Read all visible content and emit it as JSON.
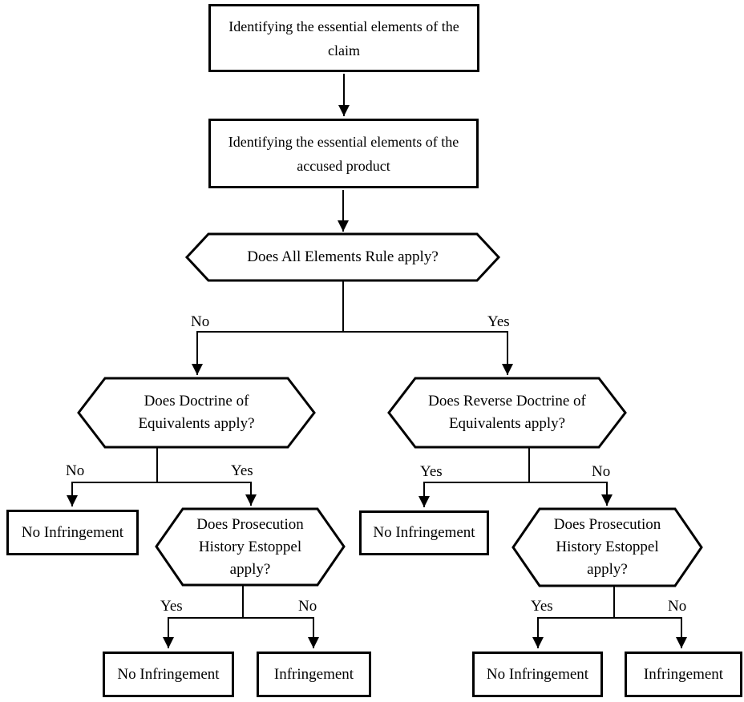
{
  "diagram": {
    "background": "#ffffff",
    "stroke_color": "#000000",
    "text_color": "#000000",
    "nodes": {
      "claim": {
        "lines": [
          "Identifying the essential elements of the",
          "claim"
        ]
      },
      "accused_product": {
        "lines": [
          "Identifying the essential elements of the",
          "accused product"
        ]
      },
      "all_elements_rule": {
        "lines": [
          "Does All Elements Rule apply?"
        ]
      },
      "doctrine_of_equivalents": {
        "lines": [
          "Does Doctrine of",
          "Equivalents apply?"
        ]
      },
      "reverse_doctrine_of_equivalents": {
        "lines": [
          "Does Reverse Doctrine of",
          "Equivalents apply?"
        ]
      },
      "no_infringement_after_doe": {
        "lines": [
          "No Infringement"
        ]
      },
      "prosecution_history_estoppel_left": {
        "lines": [
          "Does Prosecution",
          "History Estoppel",
          "apply?"
        ]
      },
      "no_infringement_after_rdoe": {
        "lines": [
          "No Infringement"
        ]
      },
      "prosecution_history_estoppel_right": {
        "lines": [
          "Does Prosecution",
          "History Estoppel",
          "apply?"
        ]
      },
      "no_infringement_phe_left": {
        "lines": [
          "No Infringement"
        ]
      },
      "infringement_left": {
        "lines": [
          "Infringement"
        ]
      },
      "no_infringement_phe_right": {
        "lines": [
          "No Infringement"
        ]
      },
      "infringement_right": {
        "lines": [
          "Infringement"
        ]
      }
    },
    "edge_labels": {
      "all_elements_no": "No",
      "all_elements_yes": "Yes",
      "doe_no": "No",
      "doe_yes": "Yes",
      "rdoe_yes": "Yes",
      "rdoe_no": "No",
      "phe_left_yes": "Yes",
      "phe_left_no": "No",
      "phe_right_yes": "Yes",
      "phe_right_no": "No"
    }
  }
}
